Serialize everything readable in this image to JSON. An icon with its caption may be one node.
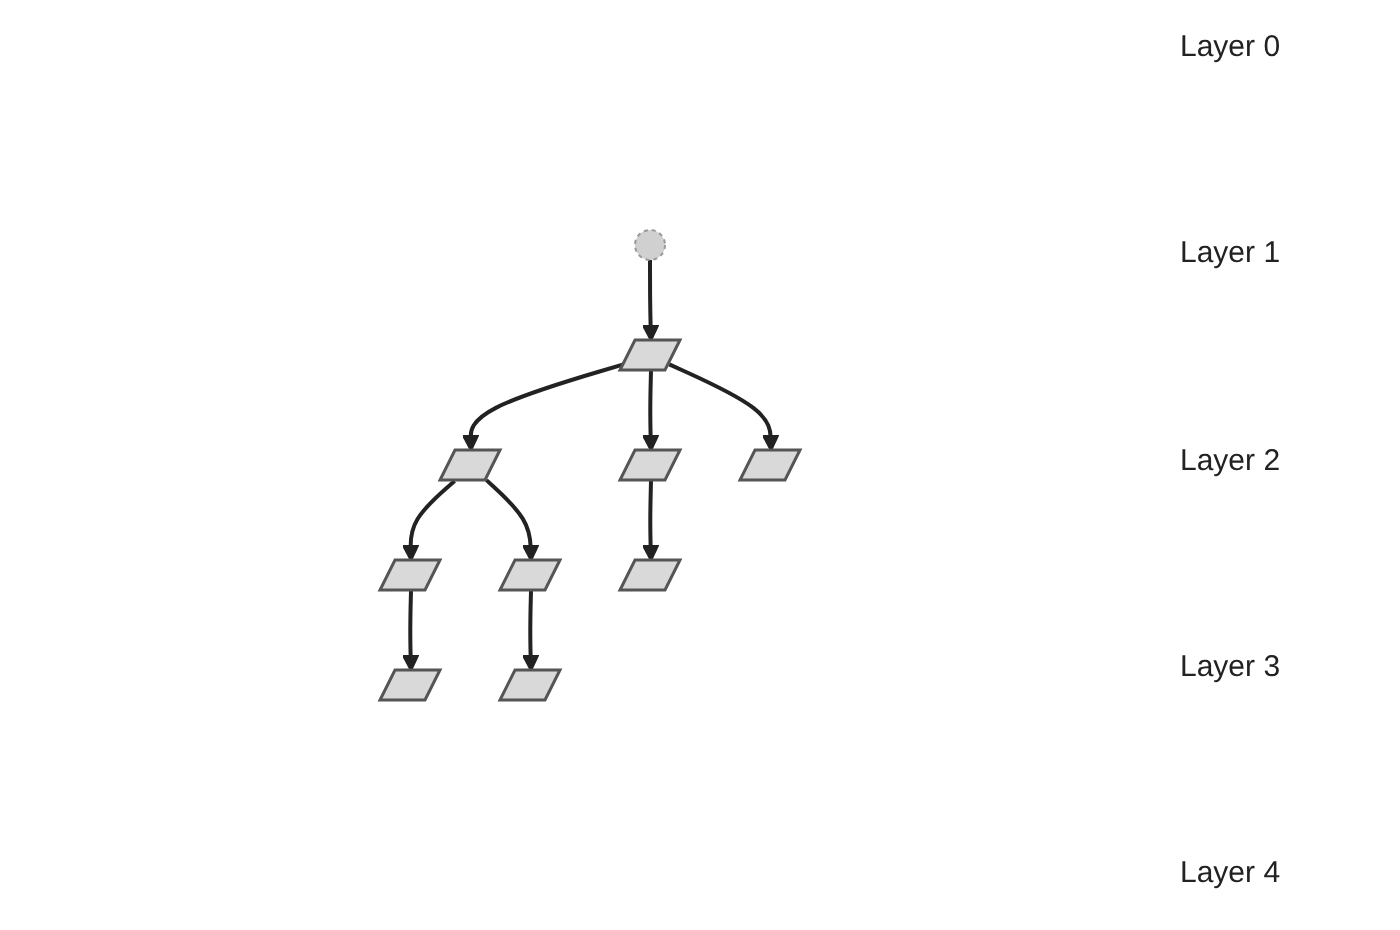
{
  "diagram": {
    "nodes": [
      {
        "text": [],
        "shape": "circle"
      },
      {
        "text": [],
        "shape": "parallelogram"
      },
      {
        "text": [],
        "shape": "parallelogram"
      },
      {
        "text": [],
        "shape": "parallelogram"
      },
      {
        "text": [],
        "shape": "parallelogram"
      },
      {
        "text": [],
        "shape": "parallelogram"
      },
      {
        "text": [],
        "shape": "parallelogram"
      },
      {
        "text": [],
        "shape": "parallelogram"
      },
      {
        "text": [],
        "shape": "parallelogram"
      },
      {
        "text": [],
        "shape": "parallelogram"
      }
    ],
    "edges": [
      {
        "from": 0,
        "to": 1,
        "arrow": "to"
      },
      {
        "from": 1,
        "to": 2,
        "arrow": "to"
      },
      {
        "from": 1,
        "to": 3,
        "arrow": "to"
      },
      {
        "from": 1,
        "to": 4,
        "arrow": "to"
      },
      {
        "from": 2,
        "to": 5,
        "arrow": "to"
      },
      {
        "from": 2,
        "to": 6,
        "arrow": "to"
      },
      {
        "from": 3,
        "to": 7,
        "arrow": "to"
      },
      {
        "from": 5,
        "to": 8,
        "arrow": "to"
      },
      {
        "from": 6,
        "to": 9,
        "arrow": "to"
      }
    ],
    "labels": [
      "Layer 0",
      "Layer 1",
      "Layer 2",
      "Layer 3",
      "Layer 4"
    ]
  }
}
